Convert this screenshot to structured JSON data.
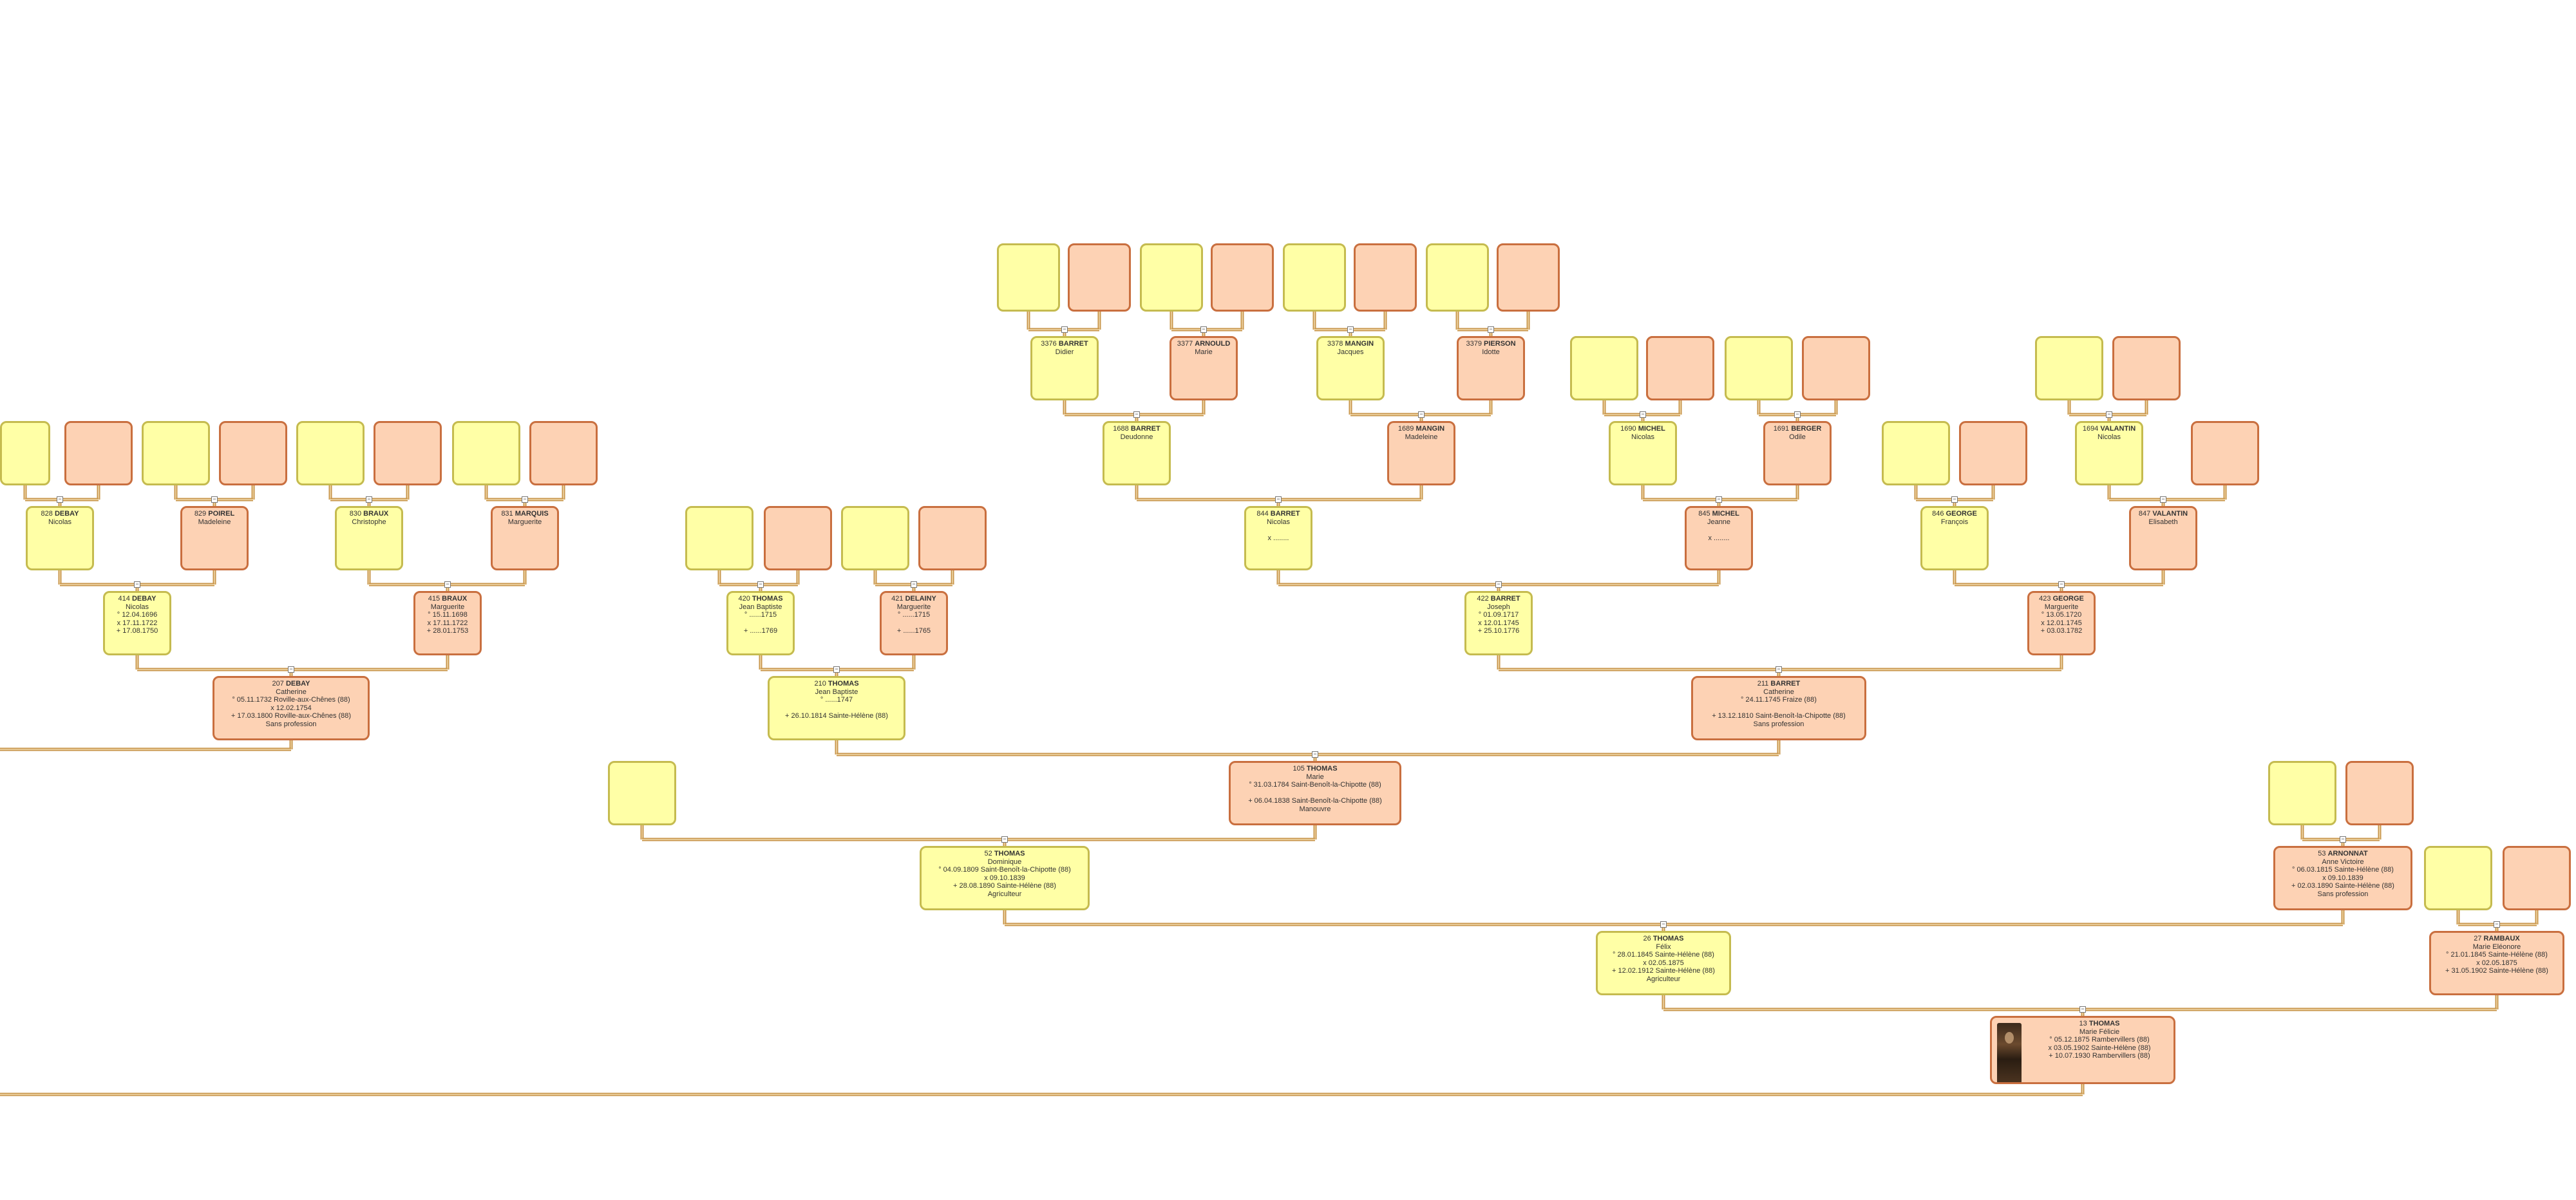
{
  "people": [
    {
      "id": "p13",
      "sex": "f",
      "photo": true,
      "sosa": "13",
      "surname": "THOMAS",
      "given": "Marie Félicie",
      "lines": [
        "° 05.12.1875 Rambervillers (88)",
        "x 03.05.1902 Sainte-Hélène (88)",
        "+ 10.07.1930 Rambervillers (88)"
      ]
    },
    {
      "id": "p26",
      "sex": "m",
      "sosa": "26",
      "surname": "THOMAS",
      "given": "Félix",
      "lines": [
        "° 28.01.1845 Sainte-Hélène (88)",
        "x 02.05.1875",
        "+ 12.02.1912 Sainte-Hélène (88)",
        "Agriculteur"
      ]
    },
    {
      "id": "p27",
      "sex": "f",
      "sosa": "27",
      "surname": "RAMBAUX",
      "given": "Marie Eléonore",
      "lines": [
        "° 21.01.1845 Sainte-Hélène (88)",
        "x 02.05.1875",
        "+ 31.05.1902 Sainte-Hélène (88)"
      ]
    },
    {
      "id": "p52",
      "sex": "m",
      "sosa": "52",
      "surname": "THOMAS",
      "given": "Dominique",
      "lines": [
        "° 04.09.1809 Saint-Benoît-la-Chipotte (88)",
        "x 09.10.1839",
        "+ 28.08.1890 Sainte-Hélène (88)",
        "Agriculteur"
      ]
    },
    {
      "id": "p53",
      "sex": "f",
      "sosa": "53",
      "surname": "ARNONNAT",
      "given": "Anne Victoire",
      "lines": [
        "° 06.03.1815 Sainte-Hélène (88)",
        "x 09.10.1839",
        "+ 02.03.1890 Sainte-Hélène (88)",
        "Sans profession"
      ]
    },
    {
      "id": "p105",
      "sex": "f",
      "sosa": "105",
      "surname": "THOMAS",
      "given": "Marie",
      "lines": [
        "° 31.03.1784 Saint-Benoît-la-Chipotte (88)",
        "",
        "+ 06.04.1838 Saint-Benoît-la-Chipotte (88)",
        "Manouvre"
      ]
    },
    {
      "id": "p207",
      "sex": "f",
      "sosa": "207",
      "surname": "DEBAY",
      "given": "Catherine",
      "lines": [
        "° 05.11.1732 Roville-aux-Chênes (88)",
        "x 12.02.1754",
        "+ 17.03.1800 Roville-aux-Chênes (88)",
        "Sans profession"
      ]
    },
    {
      "id": "p210",
      "sex": "m",
      "sosa": "210",
      "surname": "THOMAS",
      "given": "Jean Baptiste",
      "lines": [
        "° ......1747",
        "",
        "+ 26.10.1814 Sainte-Hélène (88)"
      ]
    },
    {
      "id": "p211",
      "sex": "f",
      "sosa": "211",
      "surname": "BARRET",
      "given": "Catherine",
      "lines": [
        "° 24.11.1745 Fraize (88)",
        "",
        "+ 13.12.1810 Saint-Benoît-la-Chipotte (88)",
        "Sans profession"
      ]
    },
    {
      "id": "p414",
      "sex": "m",
      "sosa": "414",
      "surname": "DEBAY",
      "given": "Nicolas",
      "lines": [
        "° 12.04.1696",
        "x 17.11.1722",
        "+ 17.08.1750"
      ]
    },
    {
      "id": "p415",
      "sex": "f",
      "sosa": "415",
      "surname": "BRAUX",
      "given": "Marguerite",
      "lines": [
        "° 15.11.1698",
        "x 17.11.1722",
        "+ 28.01.1753"
      ]
    },
    {
      "id": "p420",
      "sex": "m",
      "sosa": "420",
      "surname": "THOMAS",
      "given": "Jean Baptiste",
      "lines": [
        "° ......1715",
        "",
        "+ ......1769"
      ]
    },
    {
      "id": "p421",
      "sex": "f",
      "sosa": "421",
      "surname": "DELAINY",
      "given": "Marguerite",
      "lines": [
        "° ......1715",
        "",
        "+ ......1765"
      ]
    },
    {
      "id": "p422",
      "sex": "m",
      "sosa": "422",
      "surname": "BARRET",
      "given": "Joseph",
      "lines": [
        "° 01.09.1717",
        "x 12.01.1745",
        "+ 25.10.1776"
      ]
    },
    {
      "id": "p423",
      "sex": "f",
      "sosa": "423",
      "surname": "GEORGE",
      "given": "Marguerite",
      "lines": [
        "° 13.05.1720",
        "x 12.01.1745",
        "+ 03.03.1782"
      ]
    },
    {
      "id": "p828",
      "sex": "m",
      "sosa": "828",
      "surname": "DEBAY",
      "given": "Nicolas",
      "lines": []
    },
    {
      "id": "p829",
      "sex": "f",
      "sosa": "829",
      "surname": "POIREL",
      "given": "Madeleine",
      "lines": []
    },
    {
      "id": "p830",
      "sex": "m",
      "sosa": "830",
      "surname": "BRAUX",
      "given": "Christophe",
      "lines": []
    },
    {
      "id": "p831",
      "sex": "f",
      "sosa": "831",
      "surname": "MARQUIS",
      "given": "Marguerite",
      "lines": []
    },
    {
      "id": "p844",
      "sex": "m",
      "sosa": "844",
      "surname": "BARRET",
      "given": "Nicolas",
      "lines": [
        "",
        "x ........"
      ]
    },
    {
      "id": "p845",
      "sex": "f",
      "sosa": "845",
      "surname": "MICHEL",
      "given": "Jeanne",
      "lines": [
        "",
        "x ........"
      ]
    },
    {
      "id": "p846",
      "sex": "m",
      "sosa": "846",
      "surname": "GEORGE",
      "given": "François",
      "lines": []
    },
    {
      "id": "p847",
      "sex": "f",
      "sosa": "847",
      "surname": "VALANTIN",
      "given": "Elisabeth",
      "lines": []
    },
    {
      "id": "p1688",
      "sex": "m",
      "sosa": "1688",
      "surname": "BARRET",
      "given": "Deudonne",
      "lines": []
    },
    {
      "id": "p1689",
      "sex": "f",
      "sosa": "1689",
      "surname": "MANGIN",
      "given": "Madeleine",
      "lines": []
    },
    {
      "id": "p1690",
      "sex": "m",
      "sosa": "1690",
      "surname": "MICHEL",
      "given": "Nicolas",
      "lines": []
    },
    {
      "id": "p1691",
      "sex": "f",
      "sosa": "1691",
      "surname": "BERGER",
      "given": "Odile",
      "lines": []
    },
    {
      "id": "p1694",
      "sex": "m",
      "sosa": "1694",
      "surname": "VALANTIN",
      "given": "Nicolas",
      "lines": []
    },
    {
      "id": "p3376",
      "sex": "m",
      "sosa": "3376",
      "surname": "BARRET",
      "given": "Didier",
      "lines": []
    },
    {
      "id": "p3377",
      "sex": "f",
      "sosa": "3377",
      "surname": "ARNOULD",
      "given": "Marie",
      "lines": []
    },
    {
      "id": "p3378",
      "sex": "m",
      "sosa": "3378",
      "surname": "MANGIN",
      "given": "Jacques",
      "lines": []
    },
    {
      "id": "p3379",
      "sex": "f",
      "sosa": "3379",
      "surname": "PIERSON",
      "given": "Idotte",
      "lines": []
    },
    {
      "id": "e1",
      "sex": "m"
    },
    {
      "id": "e2",
      "sex": "f"
    },
    {
      "id": "e3",
      "sex": "m"
    },
    {
      "id": "e4",
      "sex": "f"
    },
    {
      "id": "e5",
      "sex": "m"
    },
    {
      "id": "e6",
      "sex": "f"
    },
    {
      "id": "e7",
      "sex": "m"
    },
    {
      "id": "e8",
      "sex": "f"
    },
    {
      "id": "e9",
      "sex": "m"
    },
    {
      "id": "e10",
      "sex": "f"
    },
    {
      "id": "e11",
      "sex": "m"
    },
    {
      "id": "e12",
      "sex": "f"
    },
    {
      "id": "e13",
      "sex": "m"
    },
    {
      "id": "e14",
      "sex": "f"
    },
    {
      "id": "e15",
      "sex": "m"
    },
    {
      "id": "e16",
      "sex": "f"
    },
    {
      "id": "e17",
      "sex": "m"
    },
    {
      "id": "e18",
      "sex": "f"
    },
    {
      "id": "e19",
      "sex": "m"
    },
    {
      "id": "e20",
      "sex": "f"
    },
    {
      "id": "e21",
      "sex": "m"
    },
    {
      "id": "e22",
      "sex": "f"
    },
    {
      "id": "e23",
      "sex": "m"
    },
    {
      "id": "e24",
      "sex": "f"
    },
    {
      "id": "e25",
      "sex": "m"
    },
    {
      "id": "e26",
      "sex": "f"
    },
    {
      "id": "e27",
      "sex": "m"
    },
    {
      "id": "e28",
      "sex": "f"
    },
    {
      "id": "e29",
      "sex": "m"
    },
    {
      "id": "e30",
      "sex": "f"
    },
    {
      "id": "e31",
      "sex": "m"
    },
    {
      "id": "e32",
      "sex": "f"
    },
    {
      "id": "e33",
      "sex": "m"
    },
    {
      "id": "e34",
      "sex": "f"
    },
    {
      "id": "e35",
      "sex": "m"
    },
    {
      "id": "e36",
      "sex": "f"
    },
    {
      "id": "e37",
      "sex": "f"
    },
    {
      "id": "e38",
      "sex": "m"
    },
    {
      "id": "e39",
      "sex": "m"
    },
    {
      "id": "e40",
      "sex": "f"
    }
  ],
  "families": [
    {
      "parents": [
        "p26",
        "p27"
      ],
      "child": "p13"
    },
    {
      "parents": [
        "p52",
        "p53"
      ],
      "child": "p26"
    },
    {
      "parents": [
        "e39",
        "e40"
      ],
      "child": "p27"
    },
    {
      "parents": [
        "e38",
        "p105"
      ],
      "child": "p52"
    },
    {
      "parents": [
        "e31",
        "e32"
      ],
      "child": "p53"
    },
    {
      "parents": [
        "p210",
        "p211"
      ],
      "child": "p105"
    },
    {
      "parents": [
        "p414",
        "p415"
      ],
      "child": "p207"
    },
    {
      "parents": [
        "p420",
        "p421"
      ],
      "child": "p210"
    },
    {
      "parents": [
        "p422",
        "p423"
      ],
      "child": "p211"
    },
    {
      "parents": [
        "p828",
        "p829"
      ],
      "child": "p414"
    },
    {
      "parents": [
        "p830",
        "p831"
      ],
      "child": "p415"
    },
    {
      "parents": [
        "e9",
        "e10"
      ],
      "child": "p420"
    },
    {
      "parents": [
        "e11",
        "e12"
      ],
      "child": "p421"
    },
    {
      "parents": [
        "p844",
        "p845"
      ],
      "child": "p422"
    },
    {
      "parents": [
        "p846",
        "p847"
      ],
      "child": "p423"
    },
    {
      "parents": [
        "p1688",
        "p1689"
      ],
      "child": "p844"
    },
    {
      "parents": [
        "p1690",
        "p1691"
      ],
      "child": "p845"
    },
    {
      "parents": [
        "e17",
        "e18"
      ],
      "child": "p846"
    },
    {
      "parents": [
        "p1694",
        "e37"
      ],
      "child": "p847"
    },
    {
      "parents": [
        "p3376",
        "p3377"
      ],
      "child": "p1688"
    },
    {
      "parents": [
        "p3378",
        "p3379"
      ],
      "child": "p1689"
    },
    {
      "parents": [
        "e13",
        "e14"
      ],
      "child": "p1690"
    },
    {
      "parents": [
        "e15",
        "e16"
      ],
      "child": "p1691"
    },
    {
      "parents": [
        "e35",
        "e36"
      ],
      "child": "p1694"
    },
    {
      "parents": [
        "e1",
        "e2"
      ],
      "child": "p828"
    },
    {
      "parents": [
        "e3",
        "e4"
      ],
      "child": "p829"
    },
    {
      "parents": [
        "e5",
        "e6"
      ],
      "child": "p830"
    },
    {
      "parents": [
        "e7",
        "e8"
      ],
      "child": "p831"
    },
    {
      "parents": [
        "e19",
        "e20"
      ],
      "child": "p3376"
    },
    {
      "parents": [
        "e21",
        "e22"
      ],
      "child": "p3377"
    },
    {
      "parents": [
        "e23",
        "e24"
      ],
      "child": "p3378"
    },
    {
      "parents": [
        "e25",
        "e26"
      ],
      "child": "p3379"
    }
  ],
  "extra_links": [
    {
      "parents": [
        "e33",
        "e34"
      ],
      "to": "p1690"
    }
  ],
  "colors": {
    "male_fill": "#ffffa6",
    "male_border": "#c5bb4f",
    "female_fill": "#fdd2b4",
    "female_border": "#c96f3f",
    "link": "#c7944a"
  },
  "collapse_symbol": "−"
}
